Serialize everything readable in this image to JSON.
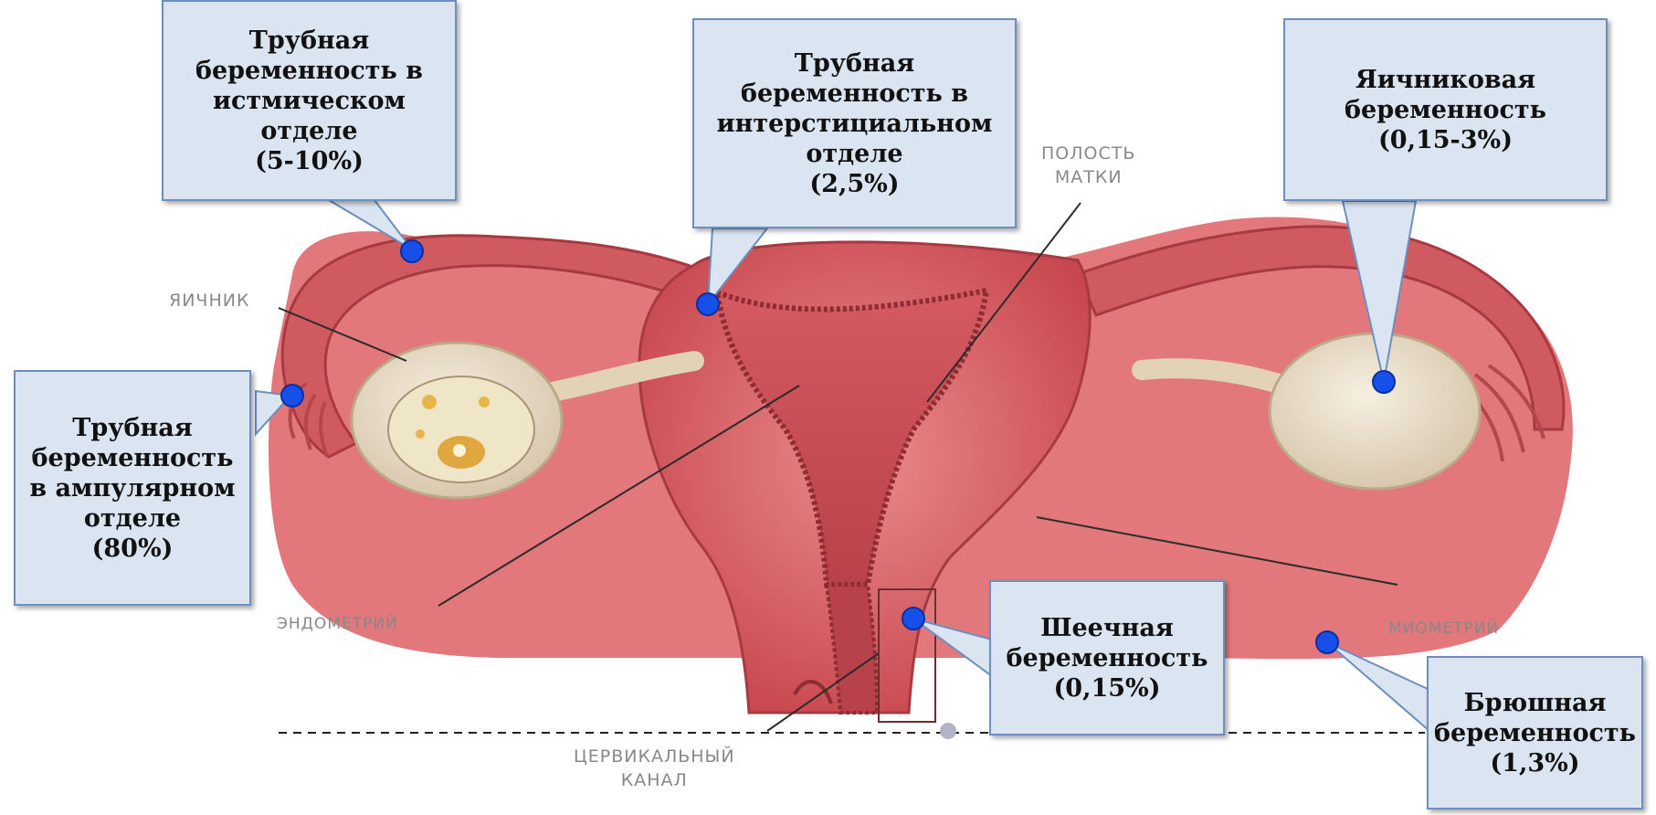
{
  "callouts": {
    "isthmic": {
      "lines": [
        "Трубная",
        "беременность в",
        "истмическом",
        "отделе",
        "(5-10%)"
      ]
    },
    "interstitial": {
      "lines": [
        "Трубная",
        "беременность в",
        "интерстициальном",
        "отделе",
        "(2,5%)"
      ]
    },
    "ovarian": {
      "lines": [
        "Яичниковая",
        "беременность",
        "(0,15-3%)"
      ]
    },
    "ampullary": {
      "lines": [
        "Трубная",
        "беременность",
        "в ампулярном",
        "отделе",
        "(80%)"
      ]
    },
    "cervical": {
      "lines": [
        "Шеечная",
        "беременность",
        "(0,15%)"
      ]
    },
    "abdominal": {
      "lines": [
        "Брюшная",
        "беременность",
        "(1,3%)"
      ]
    }
  },
  "labels": {
    "ovary": "ЯИЧНИК",
    "uterine_cavity": [
      "ПОЛОСТЬ",
      "МАТКИ"
    ],
    "endometrium": "ЭНДОМЕТРИЙ",
    "myometrium": "МИОМЕТРИЙ",
    "cervical_canal": [
      "ЦЕРВИКАЛЬНЫЙ",
      "КАНАЛ"
    ]
  },
  "colors": {
    "callout_fill": "#dbe5f1",
    "callout_border": "#6b8fbf",
    "marker": "#1650e8",
    "tissue": "#d9666b"
  }
}
